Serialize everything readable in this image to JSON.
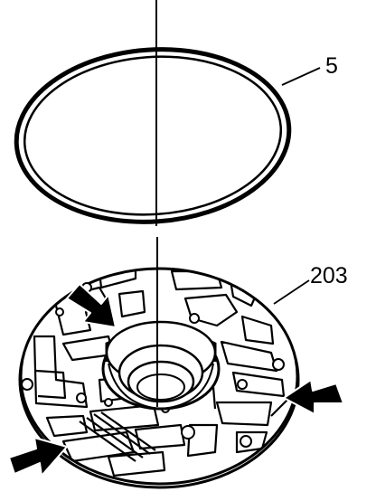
{
  "diagram": {
    "callouts": [
      {
        "id": "seal-ring",
        "label": "5"
      },
      {
        "id": "pump-cover",
        "label": "203"
      }
    ],
    "colors": {
      "ink": "#000000",
      "paper": "#ffffff"
    }
  }
}
